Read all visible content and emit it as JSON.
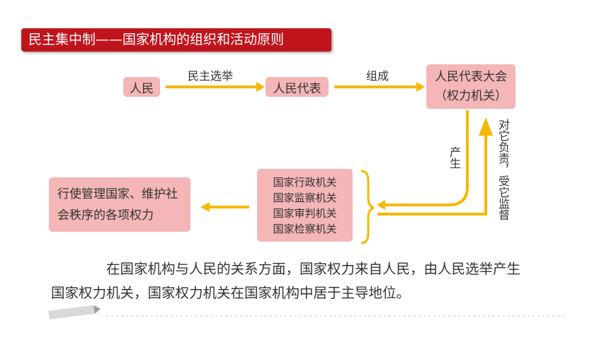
{
  "title": "民主集中制——国家机构的组织和活动原则",
  "nodes": {
    "people": "人民",
    "deputies": "人民代表",
    "congress_line1": "人民代表大会",
    "congress_line2": "（权力机关）",
    "organs": [
      "国家行政机关",
      "国家监察机关",
      "国家审判机关",
      "国家检察机关"
    ],
    "functions": "行使管理国家、维护社会秩序的各项权力"
  },
  "edges": {
    "elect": "民主选举",
    "form": "组成",
    "produce": "产生",
    "responsible": "对它负责，受它监督"
  },
  "paragraph": {
    "line1": "在国家机构与人民的关系方面，国家权力来自人民，由人民选举产生",
    "line2": "国家权力机关，国家权力机关在国家机构中居于主导地位。"
  },
  "colors": {
    "title_bg": "#c0141c",
    "box_fill": "#f4b6b6",
    "arrow": "#f5b800"
  }
}
